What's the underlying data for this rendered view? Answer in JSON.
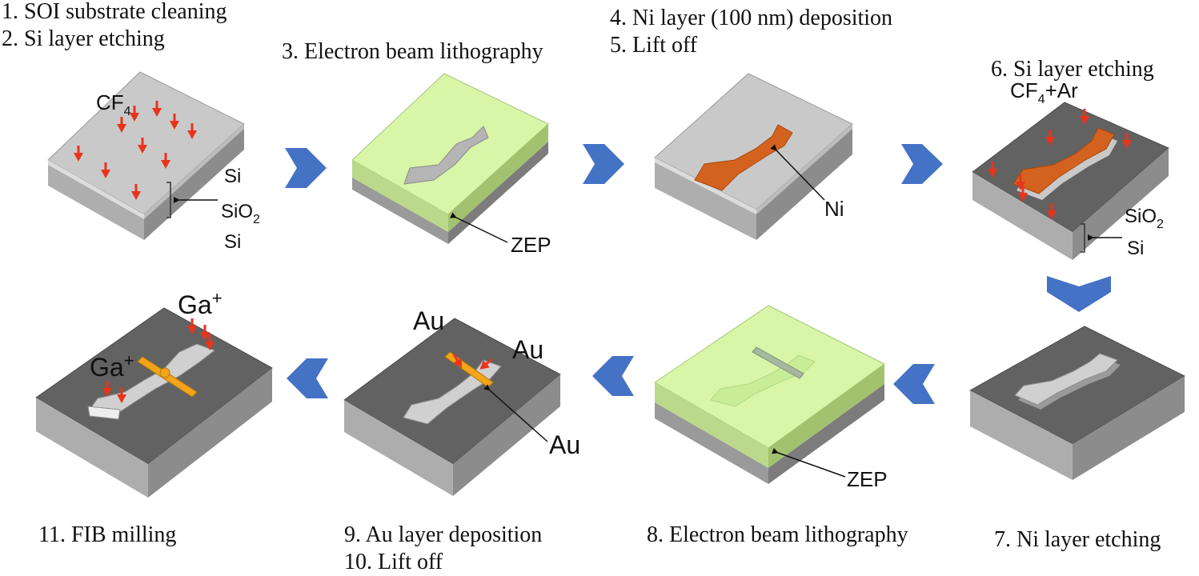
{
  "steps": {
    "s1": "1. SOI substrate cleaning",
    "s2": "2. Si layer etching",
    "s3": "3. Electron beam lithography",
    "s4": "4. Ni layer (100 nm) deposition",
    "s5": "5. Lift off",
    "s6": "6. Si layer etching",
    "s7": "7. Ni layer etching",
    "s8": "8. Electron beam lithography",
    "s9": "9. Au layer deposition",
    "s10": "10. Lift off",
    "s11": "11. FIB milling"
  },
  "labels": {
    "cf4": "CF",
    "cf4_sub": "4",
    "cf4ar_a": "CF",
    "cf4ar_sub": "4",
    "cf4ar_b": "+Ar",
    "si_top": "Si",
    "sio2": "SiO",
    "sio2_sub": "2",
    "si_bottom": "Si",
    "zep_1": "ZEP",
    "ni": "Ni",
    "sio2_b": "SiO",
    "sio2_b_sub": "2",
    "si_b": "Si",
    "zep_2": "ZEP",
    "au_1": "Au",
    "au_2": "Au",
    "au_3": "Au",
    "ga_1": "Ga",
    "ga_1_sup": "+",
    "ga_2": "Ga",
    "ga_2_sup": "+"
  },
  "colors": {
    "arrow_blue": "#4472c4",
    "ion_red": "#e8341c",
    "si_light": "#c8c8c8",
    "si_dark": "#636363",
    "zep_green": "#d8f5a8",
    "ni_orange": "#d4621f",
    "au_gold": "#f2a51a"
  }
}
